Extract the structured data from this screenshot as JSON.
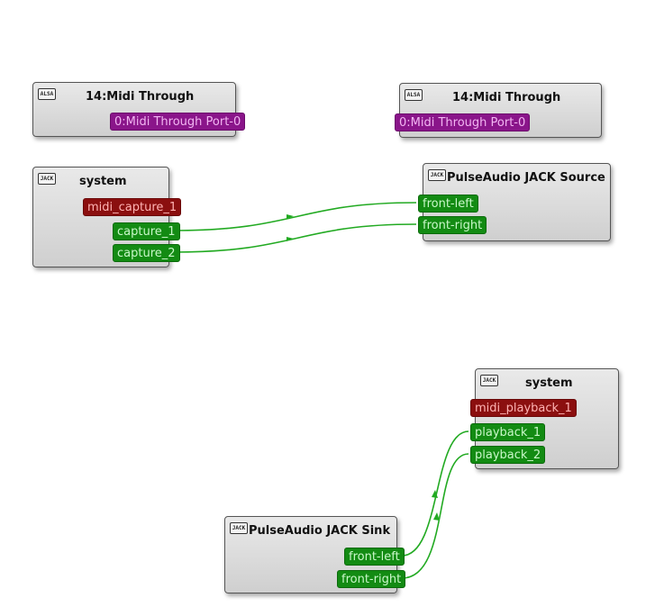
{
  "nodes": {
    "alsa_left": {
      "title": "14:Midi Through",
      "logo": "ALSA",
      "ports": [
        "0:Midi Through Port-0"
      ]
    },
    "alsa_right": {
      "title": "14:Midi Through",
      "logo": "ALSA",
      "ports": [
        "0:Midi Through Port-0"
      ]
    },
    "system_capture": {
      "title": "system",
      "logo": "JACK",
      "ports": [
        "midi_capture_1",
        "capture_1",
        "capture_2"
      ]
    },
    "pulse_source": {
      "title": "PulseAudio JACK Source",
      "logo": "JACK",
      "ports": [
        "front-left",
        "front-right"
      ]
    },
    "system_playback": {
      "title": "system",
      "logo": "JACK",
      "ports": [
        "midi_playback_1",
        "playback_1",
        "playback_2"
      ]
    },
    "pulse_sink": {
      "title": "PulseAudio JACK Sink",
      "logo": "JACK",
      "ports": [
        "front-left",
        "front-right"
      ]
    }
  },
  "connections": [
    {
      "from": "system.capture_1",
      "to": "PulseAudio JACK Source.front-left"
    },
    {
      "from": "system.capture_2",
      "to": "PulseAudio JACK Source.front-right"
    },
    {
      "from": "PulseAudio JACK Sink.front-left",
      "to": "system.playback_1"
    },
    {
      "from": "PulseAudio JACK Sink.front-right",
      "to": "system.playback_2"
    }
  ],
  "colors": {
    "audio_port": "#138b13",
    "midi_port": "#8b0f0f",
    "alsa_port": "#8a158a",
    "connection": "#22aa22"
  }
}
